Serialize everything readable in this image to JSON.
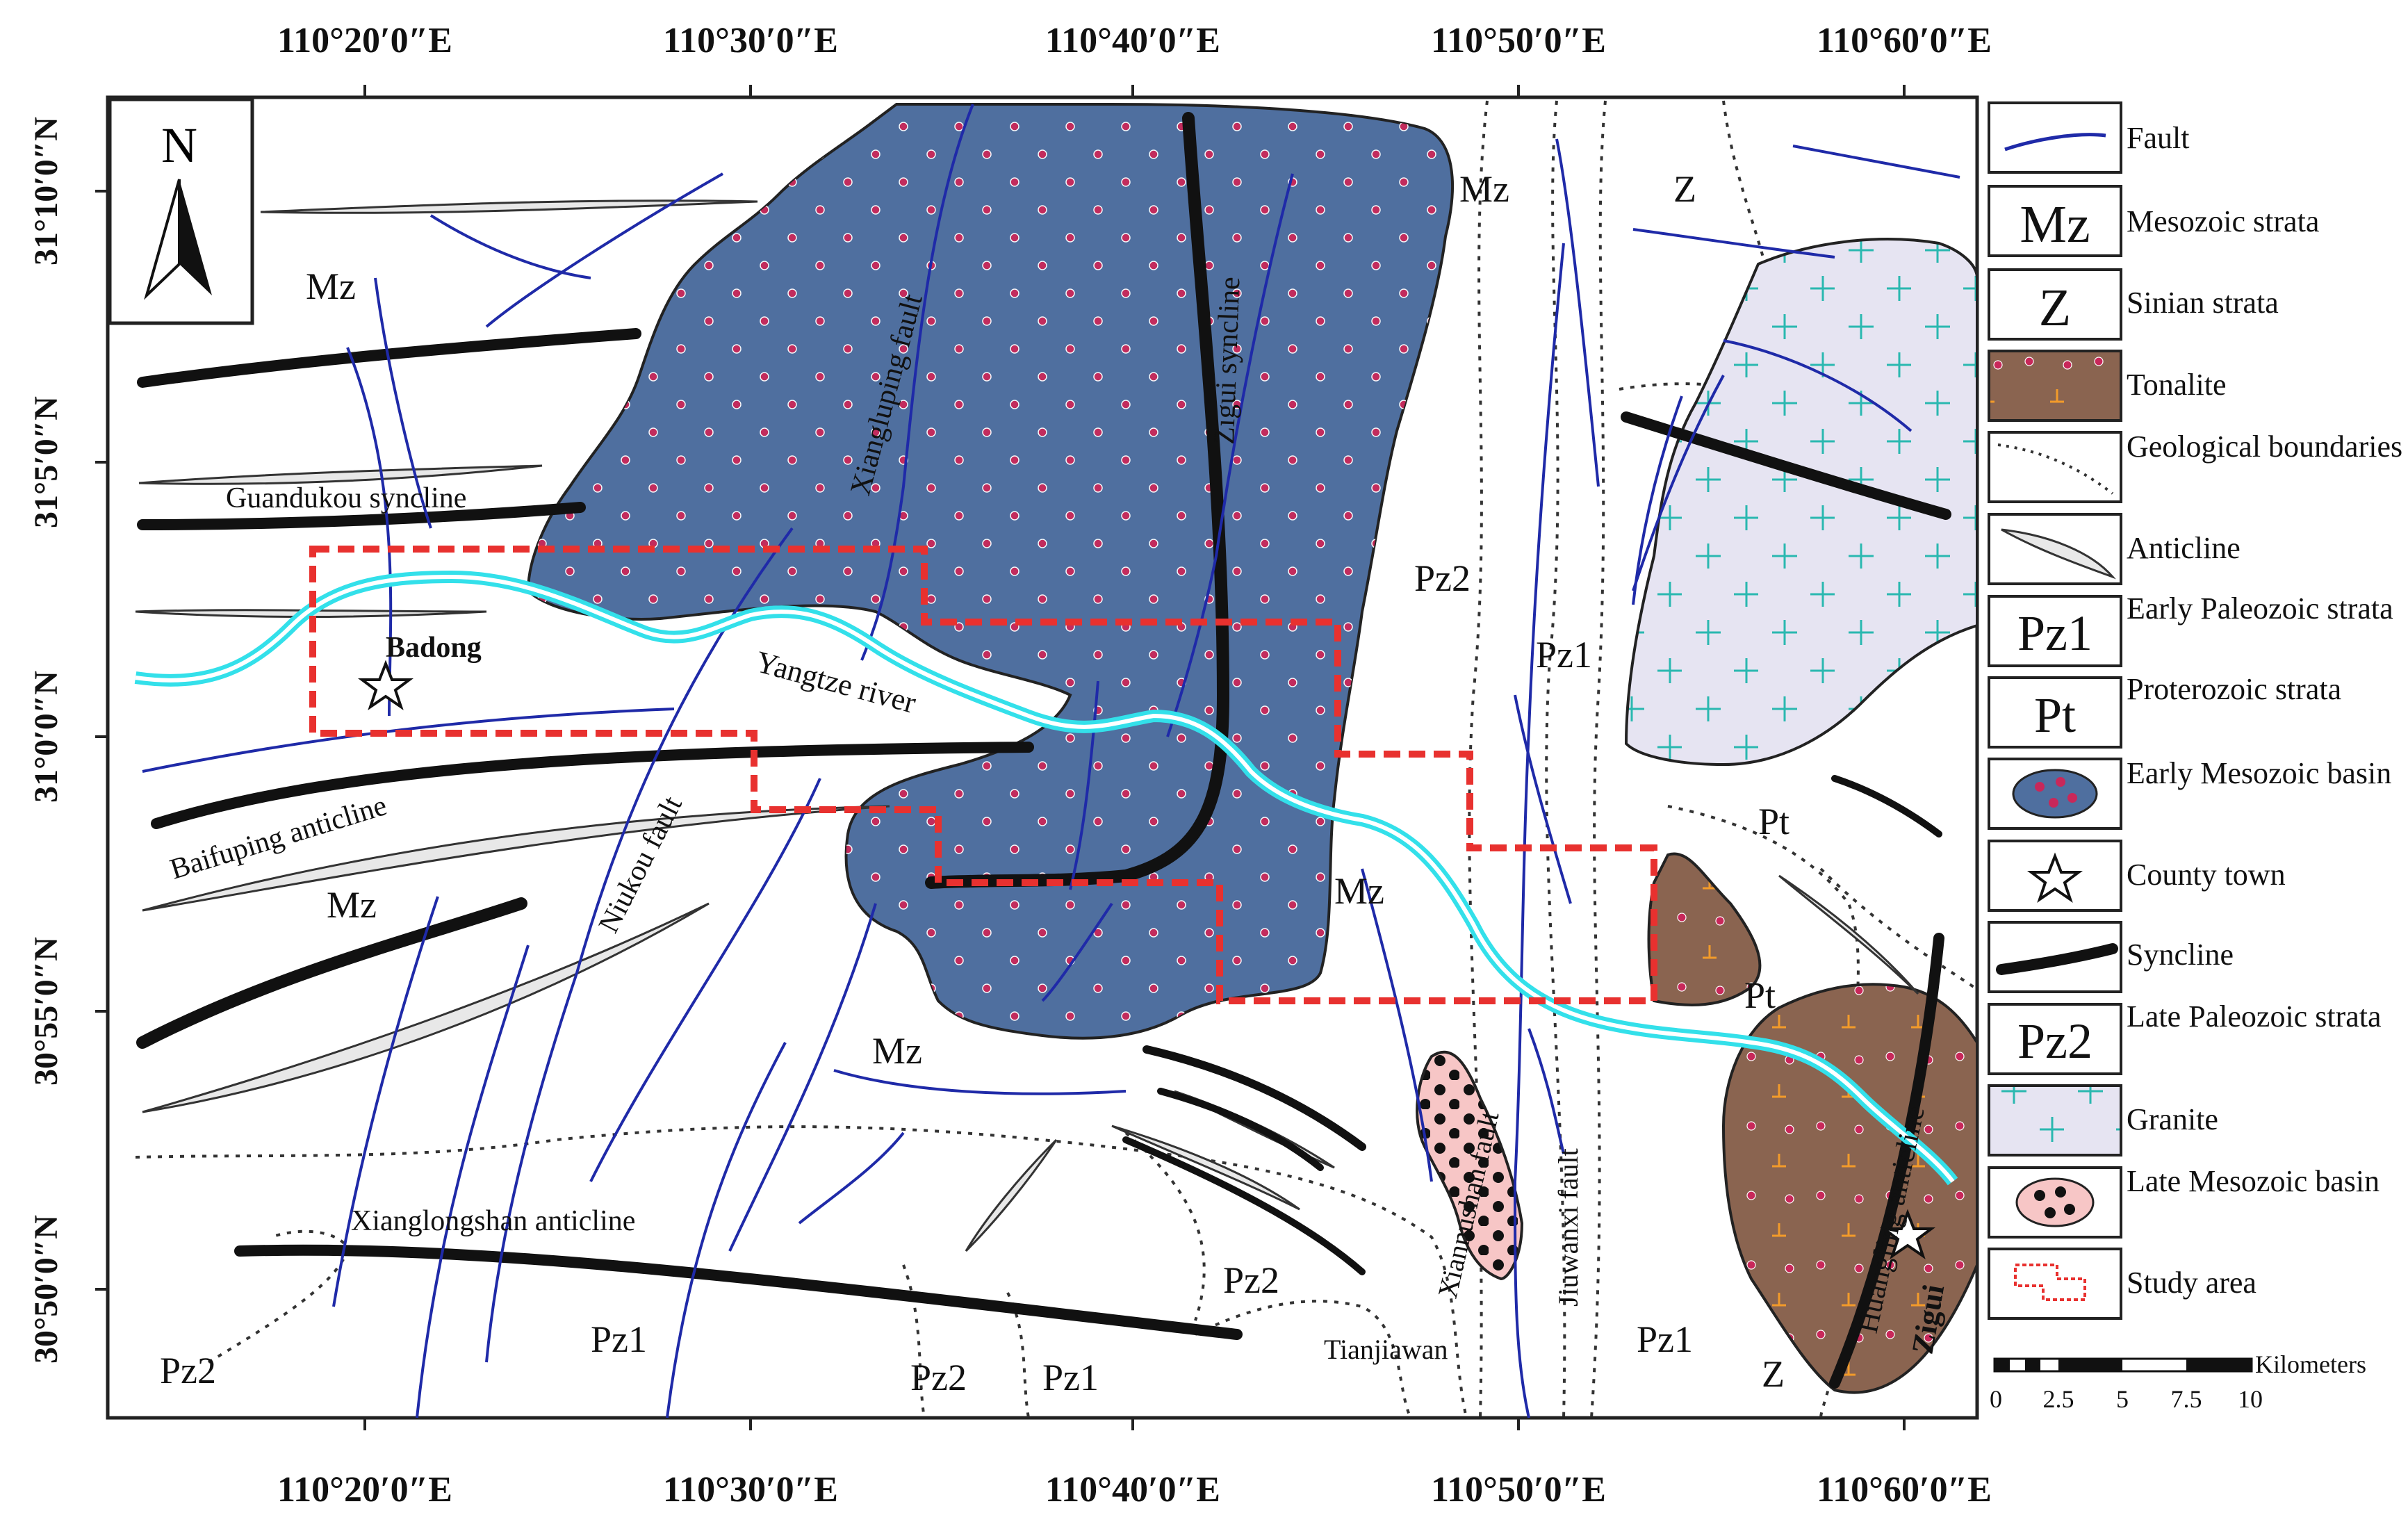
{
  "coords": {
    "top": [
      "110°20′0″E",
      "110°30′0″E",
      "110°40′0″E",
      "110°50′0″E",
      "110°60′0″E"
    ],
    "bottom": [
      "110°20′0″E",
      "110°30′0″E",
      "110°40′0″E",
      "110°50′0″E",
      "110°60′0″E"
    ],
    "left": [
      "31°10′0″N",
      "31°5′0″N",
      "31°0′0″N",
      "30°55′0″N",
      "30°50′0″N"
    ]
  },
  "north_arrow": "N",
  "labels": {
    "mz": "Mz",
    "z": "Z",
    "pz1": "Pz1",
    "pz2": "Pz2",
    "pt": "Pt",
    "badong": "Badong",
    "zigui": "Zigui",
    "yangtze": "Yangtze river",
    "guandukou": "Guandukou syncline",
    "baifuping": "Baifuping anticline",
    "xianglongshan": "Xianglongshan anticline",
    "niukou": "Niukou fault",
    "xiangluping": "Xiangluping fault",
    "zigui_syncline": "Zigui syncline",
    "xiannushan": "Xiannushan fault",
    "jiuwanxi": "Jiuwanxi fault",
    "huangling": "Huangling anticline",
    "tianjiawan": "Tianjiawan"
  },
  "legend": [
    {
      "key": "fault",
      "label": "Fault"
    },
    {
      "key": "mz",
      "symbol": "Mz",
      "label": "Mesozoic strata"
    },
    {
      "key": "z",
      "symbol": "Z",
      "label": "Sinian strata"
    },
    {
      "key": "tonalite",
      "label": "Tonalite"
    },
    {
      "key": "geo-boundaries",
      "label": "Geological boundaries"
    },
    {
      "key": "anticline",
      "label": "Anticline"
    },
    {
      "key": "pz1",
      "symbol": "Pz1",
      "label": "Early Paleozoic strata"
    },
    {
      "key": "pt",
      "symbol": "Pt",
      "label": "Proterozoic strata"
    },
    {
      "key": "early-mz-basin",
      "label": "Early Mesozoic basin"
    },
    {
      "key": "county-town",
      "label": "County town"
    },
    {
      "key": "syncline",
      "label": "Syncline"
    },
    {
      "key": "pz2",
      "symbol": "Pz2",
      "label": "Late Paleozoic strata"
    },
    {
      "key": "granite",
      "label": "Granite"
    },
    {
      "key": "late-mz-basin",
      "label": "Late Mesozoic basin"
    },
    {
      "key": "study-area",
      "label": "Study area"
    }
  ],
  "scale": {
    "unit": "Kilometers",
    "ticks": [
      "0",
      "2.5",
      "5",
      "7.5",
      "10"
    ]
  },
  "colors": {
    "basin": "#4f6f9f",
    "dot": "#c8285a",
    "tonalite": "#8a6450",
    "granite": "#e6e4f2",
    "granite_cross": "#2ab8b0",
    "late_basin": "#f7c6c6",
    "fault": "#1f2aa8",
    "river": "#33e0ea",
    "study": "#e8312f",
    "anticline": "#e8e8e8"
  }
}
